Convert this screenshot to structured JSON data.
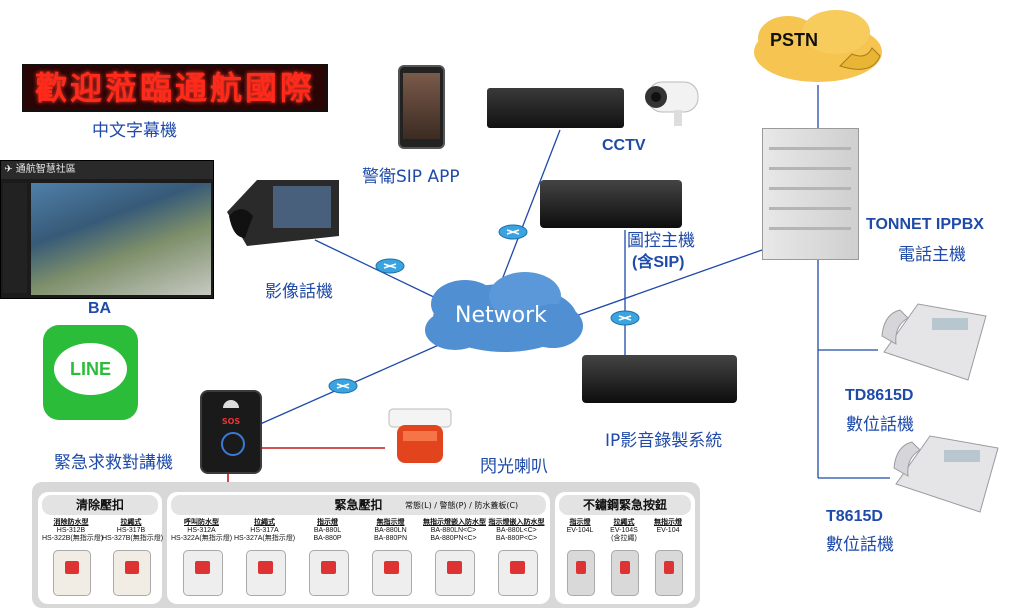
{
  "devices": {
    "led_sign": {
      "display_text": "歡迎蒞臨通航國際",
      "label": "中文字幕機"
    },
    "ba": {
      "label": "BA",
      "title_bar": "通航智慧社區"
    },
    "line": {
      "label": "LINE"
    },
    "sip_app": {
      "label": "警衛SIP APP"
    },
    "cctv": {
      "label": "CCTV"
    },
    "video_phone": {
      "label": "影像話機"
    },
    "control_host": {
      "label_line1": "圖控主機",
      "label_line2": "(含SIP)"
    },
    "network": {
      "label": "Network"
    },
    "recording": {
      "label": "IP影音錄製系統"
    },
    "emergency_intercom": {
      "label": "緊急求救對講機",
      "sos": "SOS"
    },
    "strobe_speaker": {
      "label": "閃光喇叭"
    },
    "pstn": {
      "label": "PSTN"
    },
    "ippbx": {
      "label_line1": "TONNET IPPBX",
      "label_line2": "電話主機"
    },
    "td8615d": {
      "label_line1": "TD8615D",
      "label_line2": "數位話機"
    },
    "t8615d": {
      "label_line1": "T8615D",
      "label_line2": "數位話機"
    }
  },
  "colors": {
    "wire_blue": "#1f4aa8",
    "wire_red": "#c01818",
    "label_blue": "#1f4aa8",
    "network_cloud": "#4f8fd2",
    "pstn_cloud": "#f5c451",
    "line_green": "#2bbd3a"
  },
  "panel": {
    "reset": {
      "title": "清除壓扣",
      "items": [
        {
          "line1": "消除防水型",
          "line2": "HS-312B",
          "line3": "HS-322B(無指示燈)"
        },
        {
          "line1": "拉繩式",
          "line2": "HS-317B",
          "line3": "HS-327B(無指示燈)"
        }
      ]
    },
    "emergency": {
      "title": "緊急壓扣",
      "note": "常態(L) / 警態(P) / 防水蓋板(C)",
      "items": [
        {
          "line1": "呼叫防水型",
          "line2": "HS-312A",
          "line3": "HS-322A(無指示燈)"
        },
        {
          "line1": "拉繩式",
          "line2": "HS-317A",
          "line3": "HS-327A(無指示燈)"
        },
        {
          "line1": "指示燈",
          "line2": "BA-880L",
          "line3": "BA-880P"
        },
        {
          "line1": "無指示燈",
          "line2": "BA-880LN",
          "line3": "BA-880PN"
        },
        {
          "line1": "無指示燈嵌入防水型",
          "line2": "BA-880LN<C>",
          "line3": "BA-880PN<C>"
        },
        {
          "line1": "指示燈嵌入防水型",
          "line2": "BA-880L<C>",
          "line3": "BA-880P<C>"
        }
      ]
    },
    "stainless": {
      "title": "不鏽鋼緊急按鈕",
      "items": [
        {
          "line1": "指示燈",
          "line2": "EV-104L",
          "line3": ""
        },
        {
          "line1": "拉繩式",
          "line2": "EV-104S",
          "line3": "(含拉繩)"
        },
        {
          "line1": "無指示燈",
          "line2": "EV-104",
          "line3": ""
        }
      ]
    }
  }
}
